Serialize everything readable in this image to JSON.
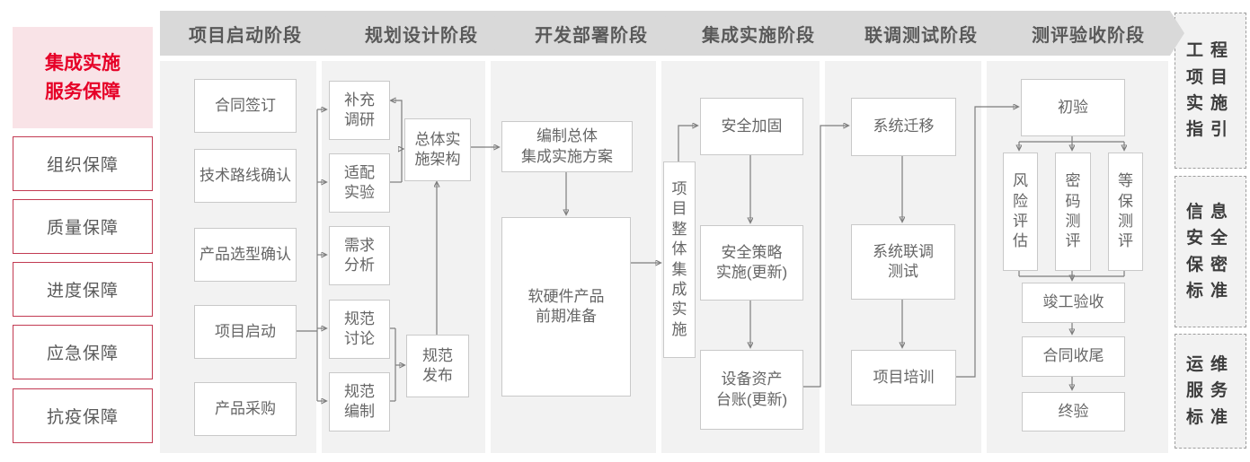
{
  "left_panel": {
    "title": "集成实施\n服务保障",
    "items": [
      "组织保障",
      "质量保障",
      "进度保障",
      "应急保障",
      "抗疫保障"
    ]
  },
  "phases": [
    {
      "header": "项目启动阶段",
      "nodes": {
        "contract": "合同签订",
        "tech_route": "技术路线确认",
        "product_select": "产品选型确认",
        "kickoff": "项目启动",
        "procurement": "产品采购"
      }
    },
    {
      "header": "规划设计阶段",
      "nodes": {
        "supplement_research": "补充\n调研",
        "adaptation_test": "适配\n实验",
        "requirement_analysis": "需求\n分析",
        "spec_discussion": "规范\n讨论",
        "spec_compilation": "规范\n编制",
        "overall_architecture": "总体实\n施架构",
        "spec_release": "规范\n发布"
      }
    },
    {
      "header": "开发部署阶段",
      "nodes": {
        "overall_plan": "编制总体\n集成实施方案",
        "prep": "软硬件产品\n前期准备"
      }
    },
    {
      "header": "集成实施阶段",
      "nodes": {
        "overall_integration": "项目整体集成实施",
        "security_hardening": "安全加固",
        "security_policy": "安全策略\n实施(更新)",
        "asset_ledger": "设备资产\n台账(更新)"
      }
    },
    {
      "header": "联调测试阶段",
      "nodes": {
        "system_migration": "系统迁移",
        "joint_testing": "系统联调\n测试",
        "project_training": "项目培训"
      }
    },
    {
      "header": "测评验收阶段",
      "nodes": {
        "initial_acceptance": "初验",
        "risk_assessment": "风险评估",
        "crypto_evaluation": "密码测评",
        "classified_protection": "等保测评",
        "completion_acceptance": "竣工验收",
        "contract_closure": "合同收尾",
        "final_acceptance": "终验"
      }
    }
  ],
  "right_panel": {
    "items": [
      "工程项目实施指引",
      "信息安全保密标准",
      "运维服务标准"
    ]
  },
  "colors": {
    "accent_red": "#e60027",
    "pink_bg": "#f9e3e7",
    "red_border": "#c23a52",
    "header_bg": "#d9d9d9",
    "panel_bg": "#f2f2f2",
    "box_border": "#c9c9c9",
    "text_gray": "#595959",
    "connector": "#7d7d7d"
  }
}
